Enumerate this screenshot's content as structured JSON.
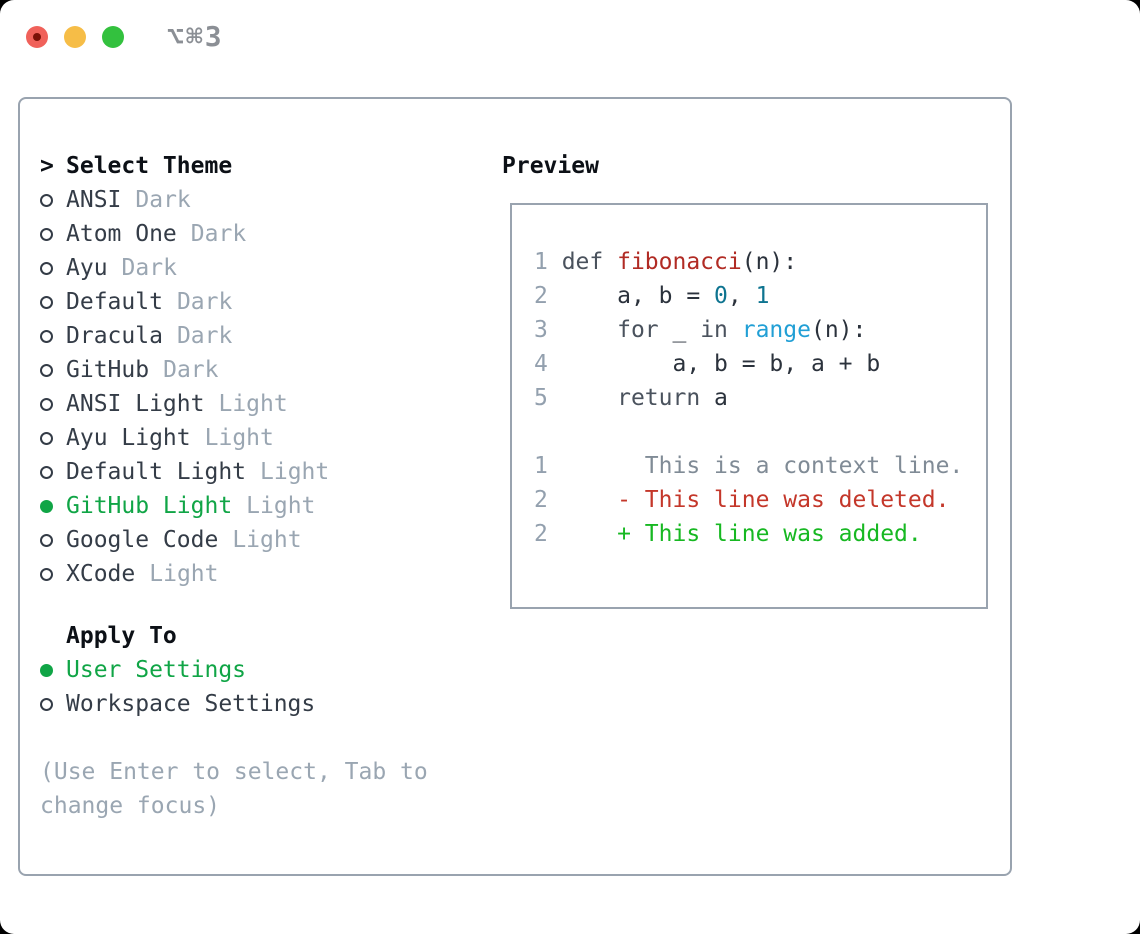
{
  "window": {
    "shortcut_label": "⌥⌘3"
  },
  "colors": {
    "selection_green": "#10a546",
    "added_green": "#17b822",
    "deleted_red": "#c4372a",
    "function_red": "#b12b24",
    "number_teal": "#0e7490",
    "builtin_blue": "#219fd5",
    "muted_gray": "#9aa6b2",
    "text_dark": "#2b323c",
    "panel_border": "#99a3af"
  },
  "theme_picker": {
    "prompt": ">",
    "title": "Select Theme",
    "themes": [
      {
        "name": "ANSI",
        "variant": "Dark",
        "selected": false
      },
      {
        "name": "Atom One",
        "variant": "Dark",
        "selected": false
      },
      {
        "name": "Ayu",
        "variant": "Dark",
        "selected": false
      },
      {
        "name": "Default",
        "variant": "Dark",
        "selected": false
      },
      {
        "name": "Dracula",
        "variant": "Dark",
        "selected": false
      },
      {
        "name": "GitHub",
        "variant": "Dark",
        "selected": false
      },
      {
        "name": "ANSI Light",
        "variant": "Light",
        "selected": false
      },
      {
        "name": "Ayu Light",
        "variant": "Light",
        "selected": false
      },
      {
        "name": "Default Light",
        "variant": "Light",
        "selected": false
      },
      {
        "name": "GitHub Light",
        "variant": "Light",
        "selected": true
      },
      {
        "name": "Google Code",
        "variant": "Light",
        "selected": false
      },
      {
        "name": "XCode",
        "variant": "Light",
        "selected": false
      }
    ],
    "apply_to": {
      "title": "Apply To",
      "options": [
        {
          "name": "User Settings",
          "selected": true
        },
        {
          "name": "Workspace Settings",
          "selected": false
        }
      ]
    },
    "hint_lines": [
      "(Use Enter to select, Tab to",
      "change focus)"
    ]
  },
  "preview": {
    "title": "Preview",
    "code_lines": [
      {
        "number": "1",
        "segments": [
          {
            "text": "def ",
            "style": "keyword"
          },
          {
            "text": "fibonacci",
            "style": "function"
          },
          {
            "text": "(n):",
            "style": "default"
          }
        ]
      },
      {
        "number": "2",
        "segments": [
          {
            "text": "    a, b = ",
            "style": "default"
          },
          {
            "text": "0",
            "style": "number"
          },
          {
            "text": ", ",
            "style": "default"
          },
          {
            "text": "1",
            "style": "number"
          }
        ]
      },
      {
        "number": "3",
        "segments": [
          {
            "text": "    ",
            "style": "default"
          },
          {
            "text": "for ",
            "style": "keyword"
          },
          {
            "text": "_",
            "style": "default"
          },
          {
            "text": " in ",
            "style": "keyword"
          },
          {
            "text": "range",
            "style": "builtin"
          },
          {
            "text": "(n):",
            "style": "default"
          }
        ]
      },
      {
        "number": "4",
        "segments": [
          {
            "text": "        a, b = b, a + b",
            "style": "default"
          }
        ]
      },
      {
        "number": "5",
        "segments": [
          {
            "text": "    ",
            "style": "default"
          },
          {
            "text": "return ",
            "style": "keyword"
          },
          {
            "text": "a",
            "style": "default"
          }
        ]
      },
      {
        "number": "",
        "segments": []
      },
      {
        "number": "1",
        "segments": [
          {
            "text": "      This is a context line.",
            "style": "context"
          }
        ]
      },
      {
        "number": "2",
        "segments": [
          {
            "text": "    - This line was deleted.",
            "style": "deleted"
          }
        ]
      },
      {
        "number": "2",
        "segments": [
          {
            "text": "    + This line was added.",
            "style": "added"
          }
        ]
      }
    ]
  }
}
